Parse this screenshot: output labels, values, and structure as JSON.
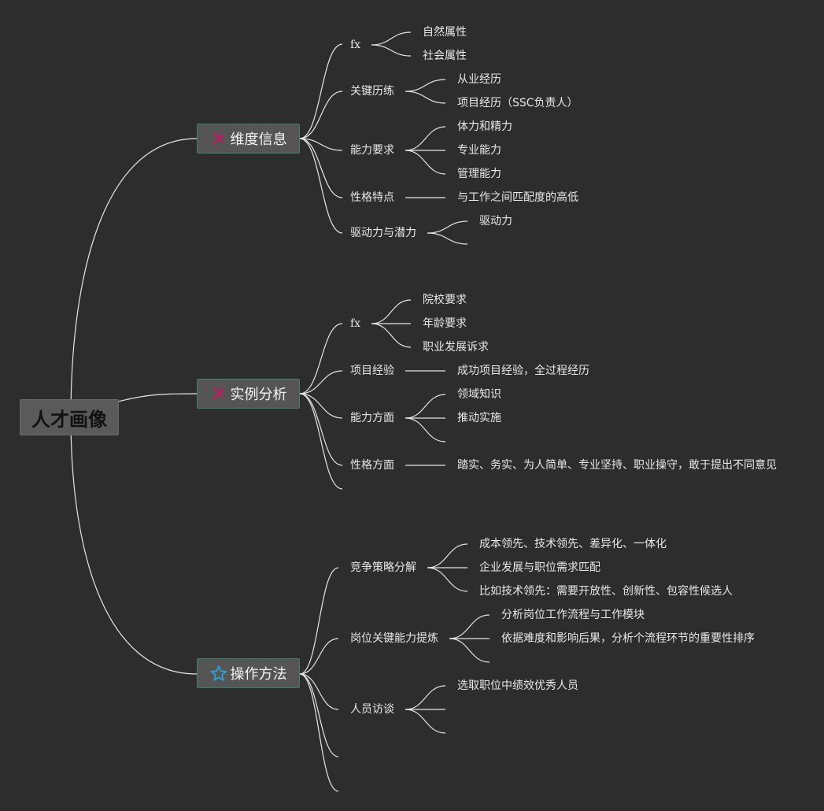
{
  "root": {
    "label": "人才画像"
  },
  "branches": [
    {
      "label": "维度信息",
      "icon": "tools-icon",
      "icon_color": "#c2185b",
      "children": [
        {
          "label": "fx",
          "children": [
            "自然属性",
            "社会属性"
          ]
        },
        {
          "label": "关键历练",
          "children": [
            "从业经历",
            "项目经历（SSC负责人）"
          ]
        },
        {
          "label": "能力要求",
          "children": [
            "体力和精力",
            "专业能力",
            "管理能力"
          ]
        },
        {
          "label": "性格特点",
          "children": [
            "与工作之间匹配度的高低"
          ]
        },
        {
          "label": "驱动力与潜力",
          "children": [
            "驱动力",
            ""
          ]
        }
      ]
    },
    {
      "label": "实例分析",
      "icon": "tools-icon",
      "icon_color": "#c2185b",
      "children": [
        {
          "label": "fx",
          "children": [
            "院校要求",
            "年龄要求",
            "职业发展诉求"
          ]
        },
        {
          "label": "项目经验",
          "children": [
            "成功项目经验，全过程经历"
          ]
        },
        {
          "label": "能力方面",
          "children": [
            "领域知识",
            "推动实施",
            ""
          ]
        },
        {
          "label": "性格方面",
          "children": [
            "踏实、务实、为人简单、专业坚持、职业操守，敢于提出不同意见"
          ]
        },
        {
          "label": "",
          "children": []
        }
      ]
    },
    {
      "label": "操作方法",
      "icon": "star-icon",
      "icon_color": "#29a3d6",
      "children": [
        {
          "label": "竞争策略分解",
          "children": [
            "成本领先、技术领先、差异化、一体化",
            "企业发展与职位需求匹配",
            "比如技术领先：需要开放性、创新性、包容性候选人"
          ]
        },
        {
          "label": "岗位关键能力提炼",
          "children": [
            "分析岗位工作流程与工作模块",
            "依据难度和影响后果，分析个流程环节的重要性排序",
            ""
          ]
        },
        {
          "label": "人员访谈",
          "children": [
            "选取职位中绩效优秀人员",
            "",
            ""
          ]
        },
        {
          "label": "",
          "children": []
        },
        {
          "label": "",
          "children": []
        }
      ]
    }
  ],
  "colors": {
    "background": "#2d2d2d",
    "line": "#e6e6e6",
    "root_fill": "#5a5a5a",
    "node_fill": "#555555",
    "node_border": "#3d7f6e"
  }
}
